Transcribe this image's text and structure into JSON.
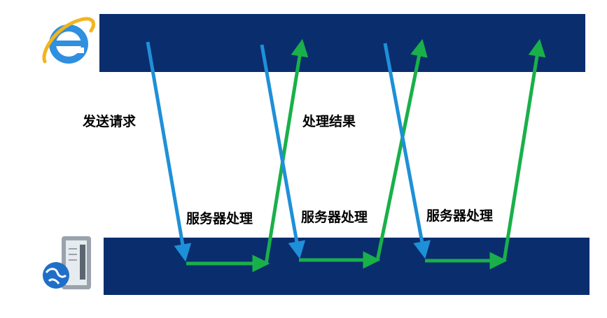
{
  "labels": {
    "send_request": "发送请求",
    "process_result": "处理结果",
    "server_processing": [
      "服务器处理",
      "服务器处理",
      "服务器处理"
    ]
  },
  "icons": {
    "client": "internet-explorer-icon",
    "server": "server-globe-icon"
  },
  "colors": {
    "band": "#0a2d6e",
    "request_arrow": "#1e90d8",
    "response_arrow": "#19b04a"
  }
}
